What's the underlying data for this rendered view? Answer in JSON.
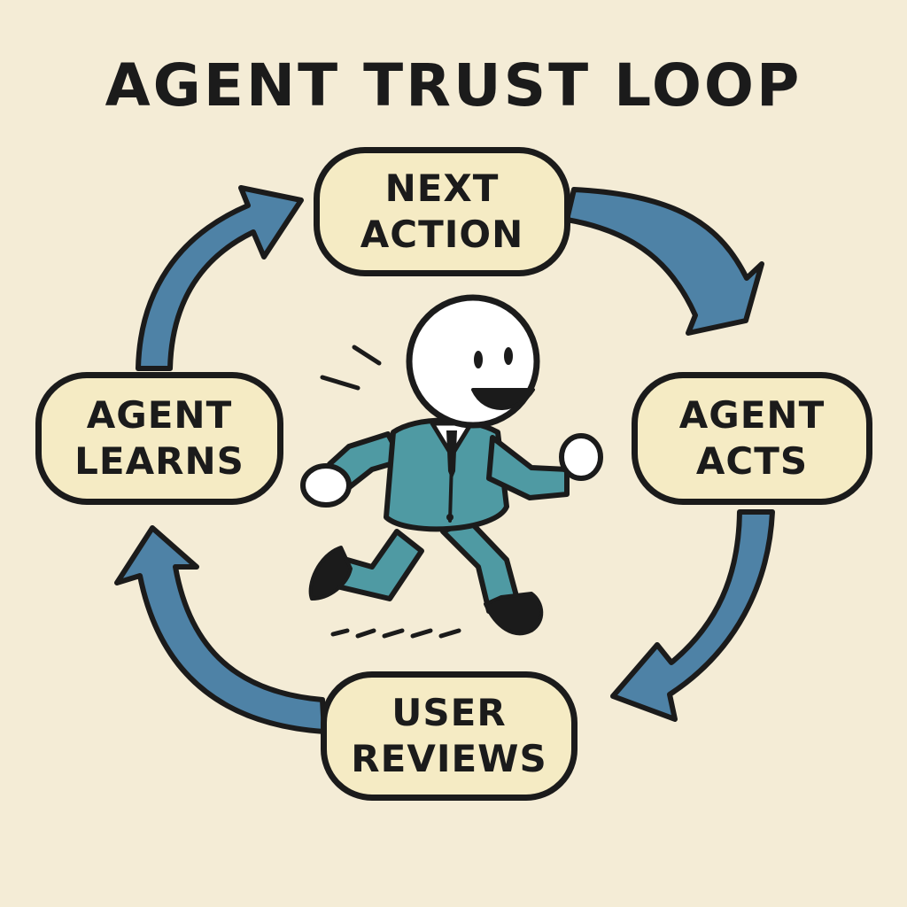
{
  "title": "AGENT TRUST LOOP",
  "nodes": {
    "top": {
      "line1": "NEXT",
      "line2": "ACTION"
    },
    "right": {
      "line1": "AGENT",
      "line2": "ACTS"
    },
    "bottom": {
      "line1": "USER",
      "line2": "REVIEWS"
    },
    "left": {
      "line1": "AGENT",
      "line2": "LEARNS"
    }
  },
  "colors": {
    "background": "#f4ecd6",
    "node_fill": "#f5ebc4",
    "outline": "#1b1b1b",
    "arrow": "#4e82a6",
    "suit": "#4f9aa3",
    "shoe": "#1b1b1b"
  },
  "icons": [
    "cycle-arrow",
    "running-agent-figure"
  ]
}
